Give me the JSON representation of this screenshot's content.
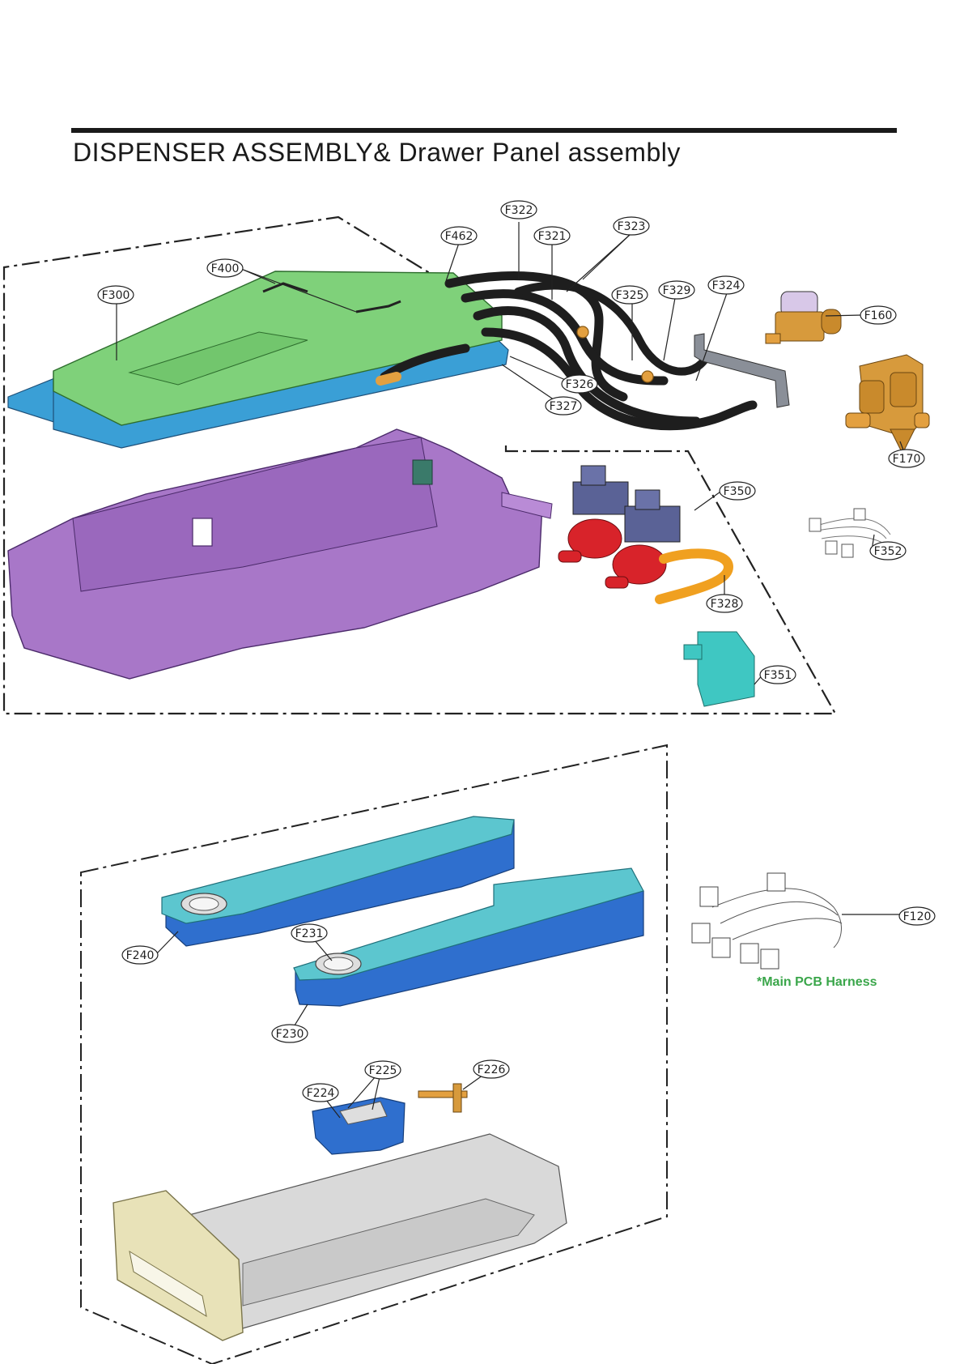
{
  "header": {
    "title": "DISPENSER ASSEMBLY& Drawer Panel assembly"
  },
  "notes": {
    "main_pcb_harness": "*Main PCB Harness"
  },
  "callouts": {
    "upper": [
      "F322",
      "F462",
      "F321",
      "F323",
      "F400",
      "F300",
      "F325",
      "F329",
      "F324",
      "F160",
      "F326",
      "F327",
      "F170",
      "F350",
      "F352",
      "F328",
      "F351"
    ],
    "lower": [
      "F240",
      "F231",
      "F230",
      "F120",
      "F225",
      "F226",
      "F224"
    ]
  },
  "parts": {
    "dispenser_cover": "dispenser-cover-icon",
    "dispenser_housing": "dispenser-housing-icon",
    "hose_bundle": "hose-bundle-icon",
    "inlet_valve_single": "inlet-valve-icon",
    "inlet_valve_multi": "multi-valve-icon",
    "diverter_valves": "diverter-valve-icon",
    "wire_harness": "wire-harness-icon",
    "drawer": "drawer-icon"
  },
  "colors": {
    "cover_green": "#7fd17a",
    "frame_blue": "#3a9fd6",
    "housing_purple": "#a877c8",
    "hose_black": "#1e1e1e",
    "valve_brass": "#d79a3c",
    "valve_red": "#d8232a",
    "valve_navy": "#5a6296",
    "cap_teal": "#3fc7c2",
    "tray_teal": "#5cc6cf",
    "tray_blue": "#2f6fce",
    "drawer_grey": "#d9d9d9",
    "panel_cream": "#e8e2b8",
    "harness_note_green": "#3aa64a"
  }
}
